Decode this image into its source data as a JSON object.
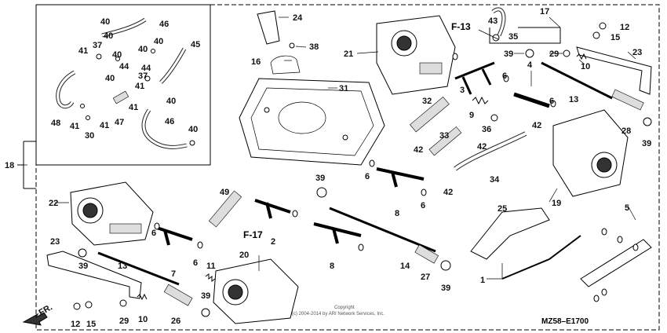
{
  "diagram": {
    "labels": {
      "p1": "1",
      "p2": "2",
      "p3": "3",
      "p4": "4",
      "p5": "5",
      "p6a": "6",
      "p6b": "6",
      "p6c": "6",
      "p6d": "6",
      "p6e": "6",
      "p7": "7",
      "p8a": "8",
      "p8b": "8",
      "p9": "9",
      "p10a": "10",
      "p10b": "10",
      "p11": "11",
      "p12a": "12",
      "p12b": "12",
      "p13a": "13",
      "p13b": "13",
      "p14": "14",
      "p15a": "15",
      "p15b": "15",
      "p16": "16",
      "p17": "17",
      "p18": "18",
      "p19": "19",
      "p20": "20",
      "p21": "21",
      "p22": "22",
      "p23a": "23",
      "p23b": "23",
      "p24": "24",
      "p25": "25",
      "p26": "26",
      "p27": "27",
      "p28": "28",
      "p29a": "29",
      "p29b": "29",
      "p30": "30",
      "p31": "31",
      "p32": "32",
      "p33": "33",
      "p34": "34",
      "p35": "35",
      "p36": "36",
      "p37a": "37",
      "p37b": "37",
      "p38": "38",
      "p39a": "39",
      "p39b": "39",
      "p39c": "39",
      "p39d": "39",
      "p39e": "39",
      "p39f": "39",
      "p40a": "40",
      "p40b": "40",
      "p40c": "40",
      "p40d": "40",
      "p40e": "40",
      "p40f": "40",
      "p40g": "40",
      "p41a": "41",
      "p41b": "41",
      "p41c": "41",
      "p41d": "41",
      "p42a": "42",
      "p42b": "42",
      "p42c": "42",
      "p42d": "42",
      "p43": "43",
      "p44a": "44",
      "p44b": "44",
      "p45": "45",
      "p46a": "46",
      "p46b": "46",
      "p47": "47",
      "p48": "48",
      "p49": "49"
    },
    "refs": {
      "f13": "F-13",
      "f17": "F-17",
      "fr": "FR."
    },
    "footer": {
      "copyright_1": "Copyright",
      "copyright_2": "(c) 2004-2014 by ARI Network Services, Inc.",
      "code": "MZ58–E1700"
    }
  }
}
